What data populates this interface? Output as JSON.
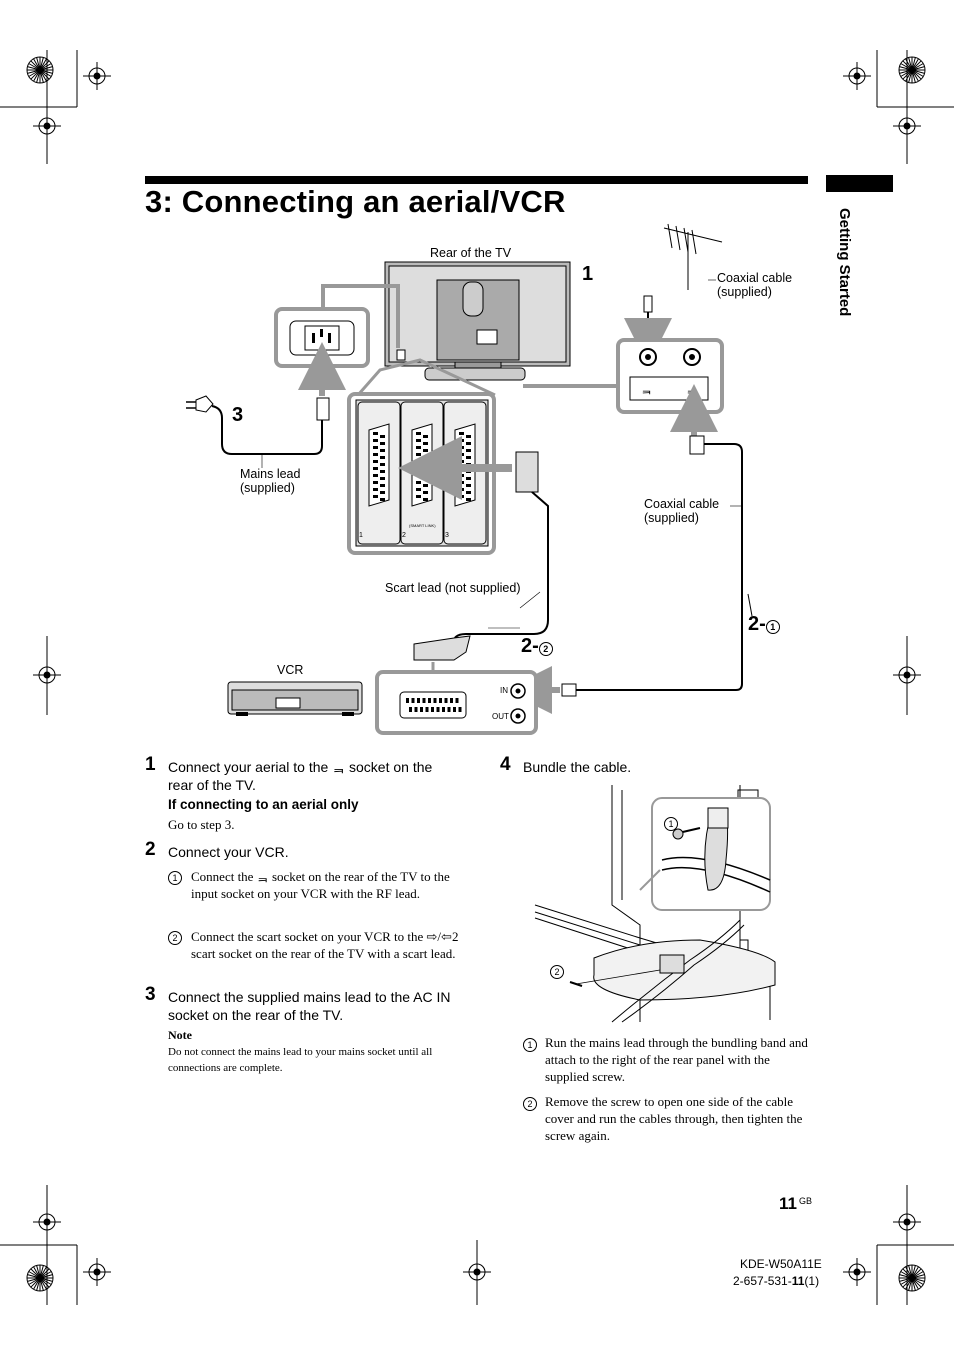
{
  "page": {
    "title": "3: Connecting an aerial/VCR",
    "side_tab": "Getting Started",
    "page_number": "11",
    "page_suffix": "GB",
    "model": "KDE-W50A11E",
    "code_prefix": "2-657-531-",
    "code_bold": "11",
    "code_suffix": "(1)"
  },
  "diagram": {
    "rear_tv_label": "Rear of the TV",
    "coaxial_top_label_1": "Coaxial cable",
    "coaxial_top_label_2": "(supplied)",
    "coaxial_mid_label_1": "Coaxial cable",
    "coaxial_mid_label_2": "(supplied)",
    "mains_label_1": "Mains lead",
    "mains_label_2": "(supplied)",
    "scart_label": "Scart lead (not supplied)",
    "vcr_label": "VCR",
    "in_label": "IN",
    "out_label": "OUT",
    "smart_link_label": "(SMART LINK)",
    "callout_1": "1",
    "callout_3": "3",
    "callout_2a": "2-",
    "callout_2a_circ": "1",
    "callout_2b": "2-",
    "callout_2b_circ": "2"
  },
  "steps": {
    "s1_num": "1",
    "s1_text_a": "Connect your aerial to the",
    "s1_text_b": "socket on the rear of the TV.",
    "s1_sub": "If connecting to an aerial only",
    "s1_sub_body": "Go to step 3.",
    "s2_num": "2",
    "s2_text": "Connect your VCR.",
    "s2_i1_num": "1",
    "s2_i1_a": "Connect the",
    "s2_i1_b": "socket on the rear of the TV to the input socket on your VCR with the RF lead.",
    "s2_i2_num": "2",
    "s2_i2_a": "Connect the scart socket on your VCR to the",
    "s2_i2_b": "2 scart socket on the rear of the TV with a scart lead.",
    "s3_num": "3",
    "s3_text": "Connect the supplied mains lead to the AC IN socket on the rear of the TV.",
    "note_head": "Note",
    "note_body": "Do not connect the mains lead to your mains socket until all connections are complete.",
    "s4_num": "4",
    "s4_text": "Bundle the cable.",
    "s4_i1_num": "1",
    "s4_i1_text": "Run the mains lead through the bundling band and attach to the right of the rear panel with the supplied screw.",
    "s4_i2_num": "2",
    "s4_i2_text": "Remove the screw to open one side of the cable cover and run the cables through, then tighten the screw again.",
    "fig_c1": "1",
    "fig_c2": "2"
  }
}
